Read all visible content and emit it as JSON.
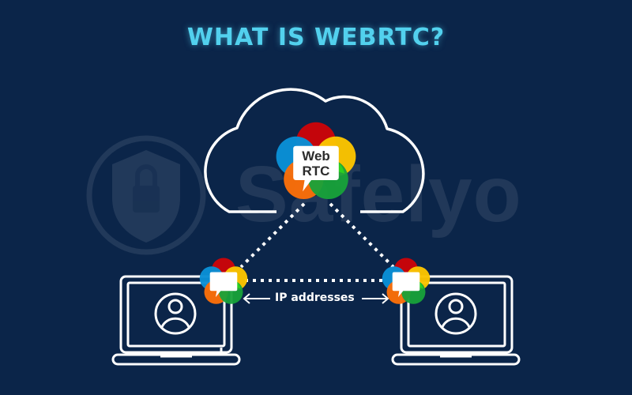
{
  "title": "WHAT IS WEBRTC?",
  "watermark": {
    "brand": "Safelyo",
    "icon": "shield-lock-icon"
  },
  "cloud": {
    "icon": "cloud-icon",
    "logo": {
      "line1": "Web",
      "line2": "RTC",
      "icon": "webrtc-logo-icon"
    }
  },
  "connections": {
    "label": "IP addresses",
    "style": "dotted"
  },
  "peers": [
    {
      "name": "left-laptop",
      "icon": "laptop-icon",
      "avatar": "user-icon",
      "logo": "webrtc-logo-icon"
    },
    {
      "name": "right-laptop",
      "icon": "laptop-icon",
      "avatar": "user-icon",
      "logo": "webrtc-logo-icon"
    }
  ],
  "colors": {
    "background": "#0b2549",
    "title": "#52d1ee",
    "line": "#ffffff",
    "logo_red": "#c4050b",
    "logo_yellow": "#fbc400",
    "logo_blue": "#0a8fd6",
    "logo_orange": "#fa6e09",
    "logo_green": "#18a23a",
    "logo_light_green": "#2bd11f"
  }
}
